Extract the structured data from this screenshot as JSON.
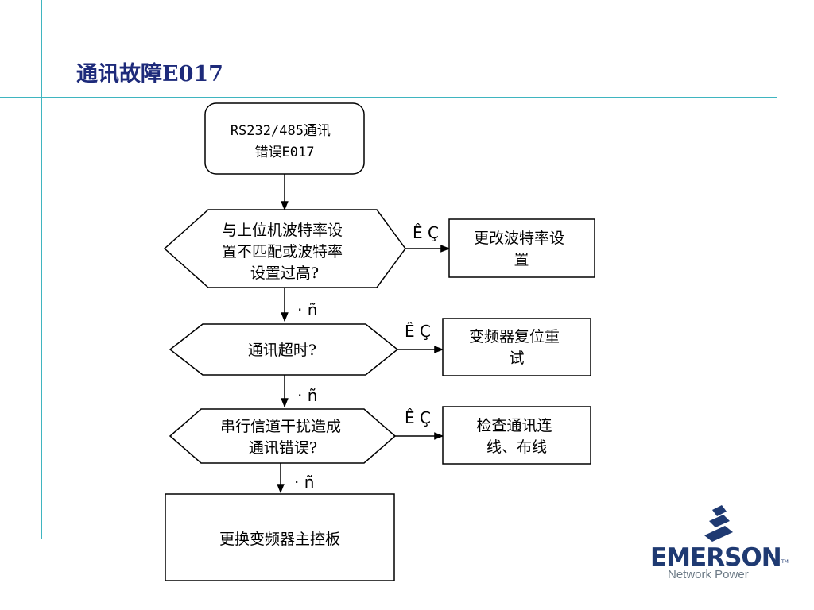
{
  "slide": {
    "title": "通讯故障E017"
  },
  "flowchart": {
    "start": [
      "RS232/485通讯",
      "错误E017"
    ],
    "decisions": [
      {
        "lines": [
          "与上位机波特率设",
          "置不匹配或波特率",
          "设置过高?"
        ],
        "yes_label": "Ê Ç",
        "no_label": "· ñ"
      },
      {
        "lines": [
          "通讯超时?"
        ],
        "yes_label": "Ê Ç",
        "no_label": "· ñ"
      },
      {
        "lines": [
          "串行信道干扰造成",
          "通讯错误?"
        ],
        "yes_label": "Ê Ç",
        "no_label": "· ñ"
      }
    ],
    "actions": [
      {
        "lines": [
          "更改波特率设",
          "置"
        ]
      },
      {
        "lines": [
          "变频器复位重",
          "试"
        ]
      },
      {
        "lines": [
          "检查通讯连",
          "线、布线"
        ]
      }
    ],
    "final": "更换变频器主控板"
  },
  "logo": {
    "brand": "EMERSON",
    "trademark": "TM",
    "tagline": "Network Power",
    "color": "#1f3a72"
  },
  "colors": {
    "title": "#1d2a7a",
    "rule": "#3fb5c0",
    "ink": "#000000"
  }
}
